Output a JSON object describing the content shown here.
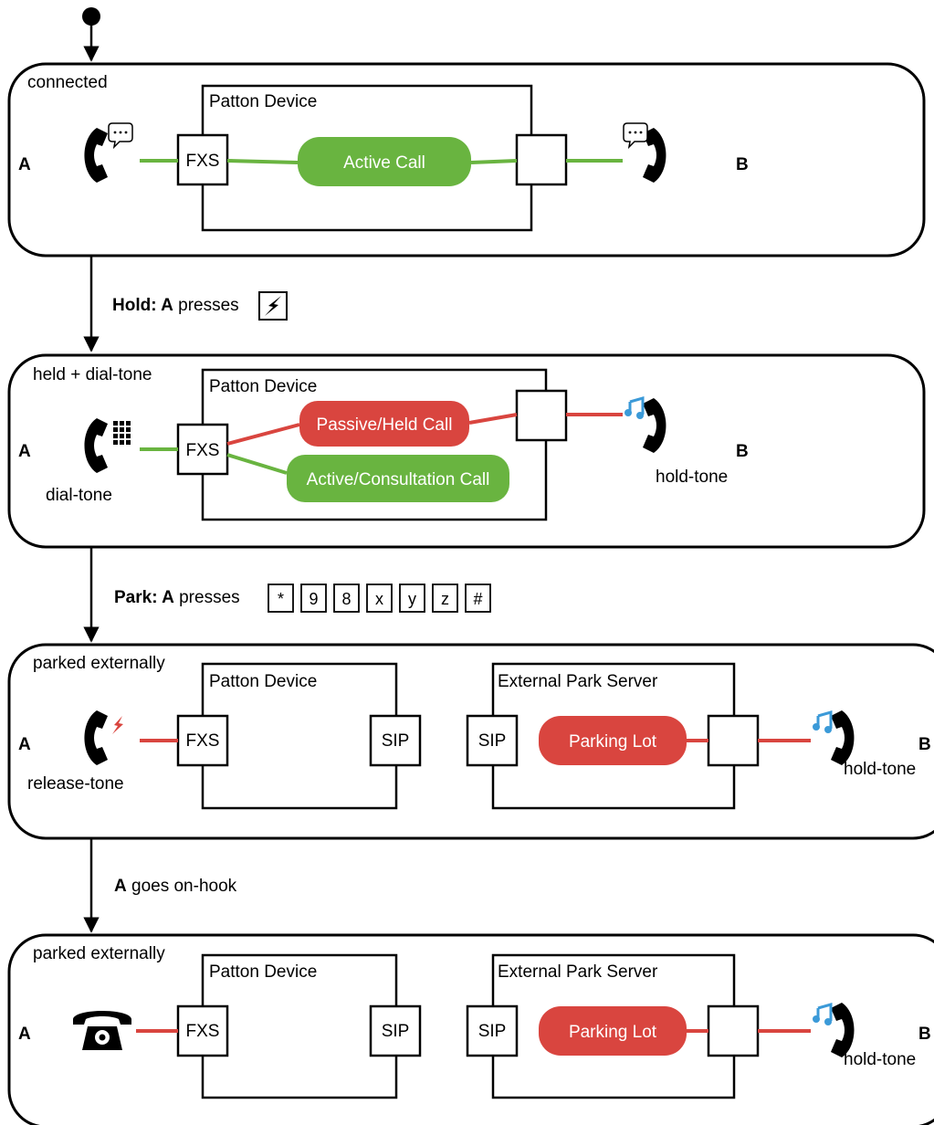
{
  "colors": {
    "active": "#69b440",
    "held": "#d9453f",
    "tone": "#3b9ad8",
    "line": "#000000"
  },
  "transitions": {
    "hold": {
      "label_bold": "Hold: A",
      "label_rest": "presses",
      "key_icon": "flash-icon"
    },
    "park": {
      "label_bold": "Park: A",
      "label_rest": "presses",
      "keys": [
        "*",
        "9",
        "8",
        "x",
        "y",
        "z",
        "#"
      ]
    },
    "onhook": {
      "label_bold": "A",
      "label_rest": "goes on-hook"
    }
  },
  "states": [
    {
      "name": "connected",
      "party_a": "A",
      "party_b": "B",
      "a_icon": "phone-talking-icon",
      "b_icon": "phone-talking-icon",
      "device": {
        "title": "Patton Device",
        "port_left": "FXS",
        "port_right": ""
      },
      "calls": [
        {
          "label": "Active Call",
          "status": "active"
        }
      ]
    },
    {
      "name": "held + dial-tone",
      "party_a": "A",
      "party_b": "B",
      "a_icon": "phone-keypad-icon",
      "b_icon": "phone-music-icon",
      "a_tone": "dial-tone",
      "b_tone": "hold-tone",
      "device": {
        "title": "Patton Device",
        "port_left": "FXS",
        "port_right": ""
      },
      "calls": [
        {
          "label": "Passive/Held Call",
          "status": "held"
        },
        {
          "label": "Active/Consultation Call",
          "status": "active"
        }
      ]
    },
    {
      "name": "parked externally",
      "party_a": "A",
      "party_b": "B",
      "a_icon": "phone-release-icon",
      "b_icon": "phone-music-icon",
      "a_tone": "release-tone",
      "b_tone": "hold-tone",
      "device": {
        "title": "Patton Device",
        "port_left": "FXS",
        "port_right": "SIP"
      },
      "server": {
        "title": "External Park Server",
        "port_left": "SIP",
        "port_right": ""
      },
      "calls": [
        {
          "label": "Parking Lot",
          "status": "held"
        }
      ]
    },
    {
      "name": "parked externally",
      "party_a": "A",
      "party_b": "B",
      "a_icon": "phone-onhook-icon",
      "b_icon": "phone-music-icon",
      "b_tone": "hold-tone",
      "device": {
        "title": "Patton Device",
        "port_left": "FXS",
        "port_right": "SIP"
      },
      "server": {
        "title": "External Park Server",
        "port_left": "SIP",
        "port_right": ""
      },
      "calls": [
        {
          "label": "Parking Lot",
          "status": "held"
        }
      ]
    }
  ]
}
